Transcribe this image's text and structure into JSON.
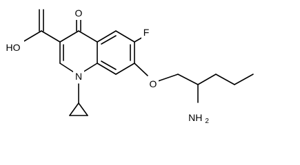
{
  "molecule": {
    "atoms": {
      "oxygen_ketone": "O",
      "fluorine": "F",
      "hydroxyl": "HO",
      "nitrogen_ring": "N",
      "oxygen_ether": "O",
      "amine_main": "NH",
      "amine_subscript": "2"
    }
  }
}
